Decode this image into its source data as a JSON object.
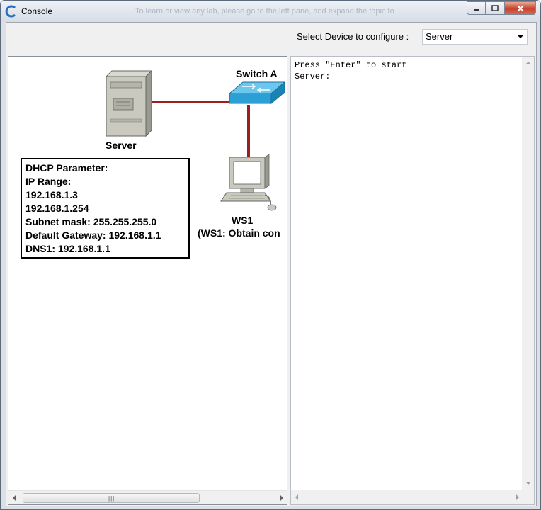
{
  "window": {
    "title": "Console",
    "ghost_text": "To learn or view any lab, please go to the left pane, and expand the topic to"
  },
  "toolbar": {
    "device_label": "Select Device to configure :",
    "device_value": "Server"
  },
  "diagram": {
    "server_label": "Server",
    "switch_label": "Switch A",
    "ws1_label": "WS1",
    "ws1_note": "(WS1: Obtain con",
    "dhcp": {
      "heading": "DHCP Parameter:",
      "range_label": "IP Range:",
      "range_start": "192.168.1.3",
      "range_end": "192.168.1.254",
      "subnet": "Subnet mask: 255.255.255.0",
      "gateway": "Default Gateway: 192.168.1.1",
      "dns": "DNS1: 192.168.1.1"
    },
    "colors": {
      "link": "#9c1f1f",
      "switch": "#2c9fd4"
    }
  },
  "console": {
    "line1": "Press \"Enter\" to start",
    "line2": "Server:"
  }
}
